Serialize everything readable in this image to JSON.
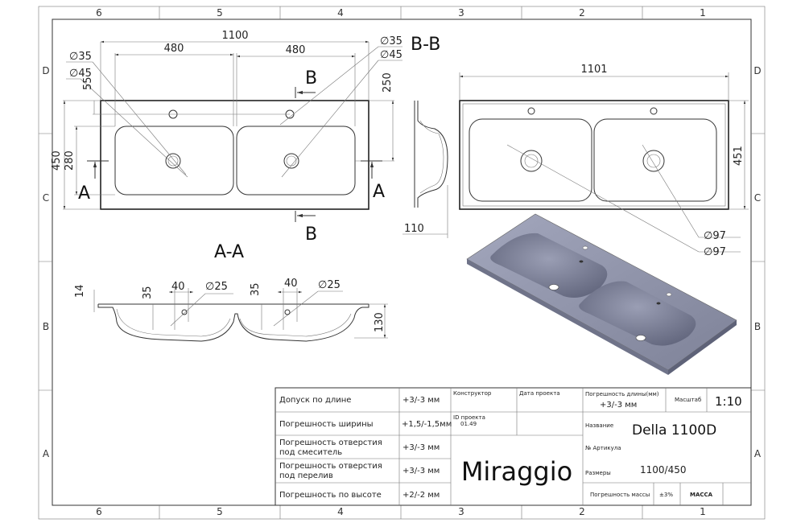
{
  "zones": {
    "columns": [
      "6",
      "5",
      "4",
      "3",
      "2",
      "1"
    ],
    "rows": [
      "D",
      "C",
      "B",
      "A"
    ]
  },
  "plan_view": {
    "overall_length": "1100",
    "basin_width_left": "480",
    "basin_width_right": "480",
    "hole_left_d35": "∅35",
    "hole_left_d45": "∅45",
    "hole_right_d35": "∅35",
    "hole_right_d45": "∅45",
    "dim_55": "55",
    "dim_250": "250",
    "dim_450": "450",
    "dim_280": "280",
    "section_a_left": "A",
    "section_a_right": "A",
    "section_b_top": "B",
    "section_b_bottom": "B"
  },
  "section_bb": {
    "title": "B-B",
    "dim_110": "110"
  },
  "right_view": {
    "length": "1101",
    "width": "451",
    "drain_d97_1": "∅97",
    "drain_d97_2": "∅97"
  },
  "section_aa": {
    "title": "A-A",
    "dim_14": "14",
    "dim_35_left": "35",
    "dim_40_left": "40",
    "dim_d25_left": "∅25",
    "dim_35_right": "35",
    "dim_40_right": "40",
    "dim_d25_right": "∅25",
    "dim_130": "130"
  },
  "title_block": {
    "rows": [
      {
        "label": "Допуск по длине",
        "value": "+3/-3 мм"
      },
      {
        "label": "Погрешность ширины",
        "value": "+1,5/-1,5мм"
      },
      {
        "label_1": "Погрешность отверстия",
        "label_2": "под смеситель",
        "value": "+3/-3 мм"
      },
      {
        "label_1": "Погрешность отверстия",
        "label_2": "под перелив",
        "value": "+3/-3 мм"
      },
      {
        "label": "Погрешность по высоте",
        "value": "+2/-2 мм"
      }
    ],
    "designer_label": "Конструктор",
    "project_date_label": "Дата проекта",
    "project_id_label": "ID проекта",
    "project_id": "01.49",
    "brand": "Miraggio",
    "length_tolerance_label": "Погрешность длины(мм)",
    "length_tolerance": "+3/-3 мм",
    "scale_label": "Масштаб",
    "scale": "1:10",
    "name_label": "Название",
    "name": "Della 1100D",
    "article_label": "№ Артикула",
    "size_label": "Размеры",
    "size": "1100/450",
    "mass_tolerance_label": "Погрешность массы",
    "mass_tolerance": "±3%",
    "mass_label": "МАССА"
  },
  "colors": {
    "render_fill": "#8e92a8",
    "render_shadow": "#6f7389"
  }
}
